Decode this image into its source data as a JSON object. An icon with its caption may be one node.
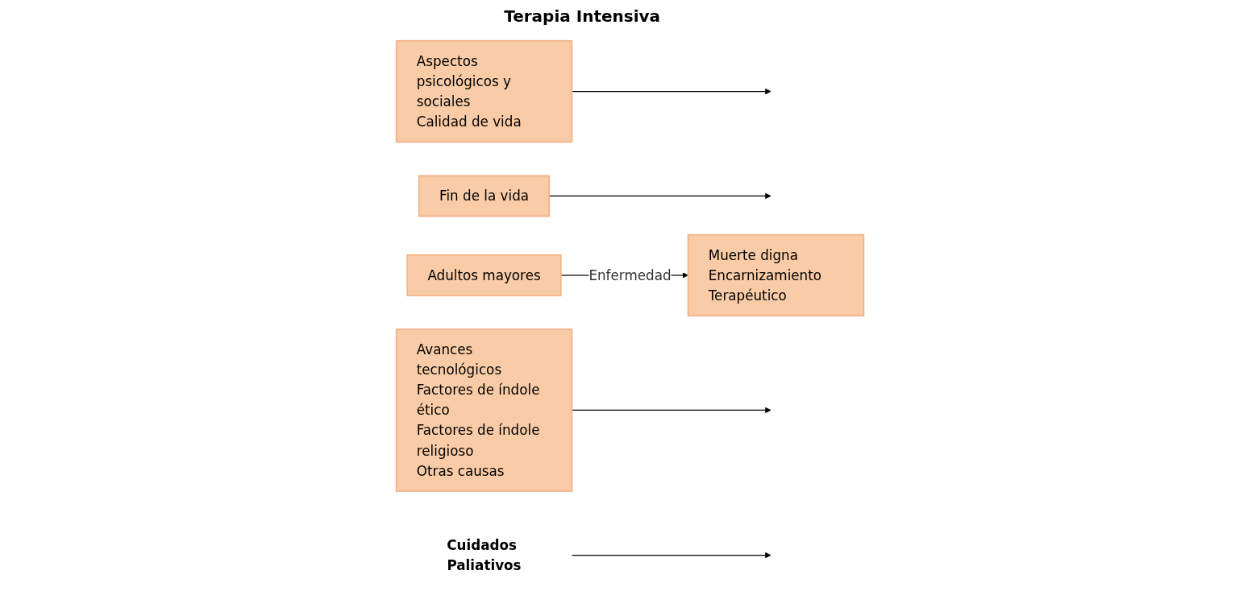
{
  "diagram": {
    "nodes": [
      {
        "text": [
          "Aspectos psicológicos y sociales",
          "Calidad de vida"
        ]
      },
      {
        "text": [
          "Fin de la vida"
        ]
      },
      {
        "text": [
          "Adultos mayores"
        ]
      },
      {
        "text": [
          "Muerte digna",
          "Encarnizamiento Terapéutico"
        ]
      },
      {
        "text": [
          "Avances tecnológicos",
          "Factores de índole ético",
          "Factores de índole religioso",
          "Otras causas"
        ]
      },
      {
        "text": [
          "Cuidados Paliativos"
        ]
      }
    ],
    "edges": [
      {
        "from": 0,
        "to": null,
        "arrow": "to"
      },
      {
        "from": 1,
        "to": null,
        "arrow": "to"
      },
      {
        "from": 2,
        "to": 3,
        "label": "Enfermedad",
        "arrow": "to"
      },
      {
        "from": 4,
        "to": null,
        "arrow": "to"
      },
      {
        "from": 5,
        "to": null,
        "arrow": "to"
      }
    ],
    "labels": [
      "Terapia Intensiva"
    ]
  }
}
